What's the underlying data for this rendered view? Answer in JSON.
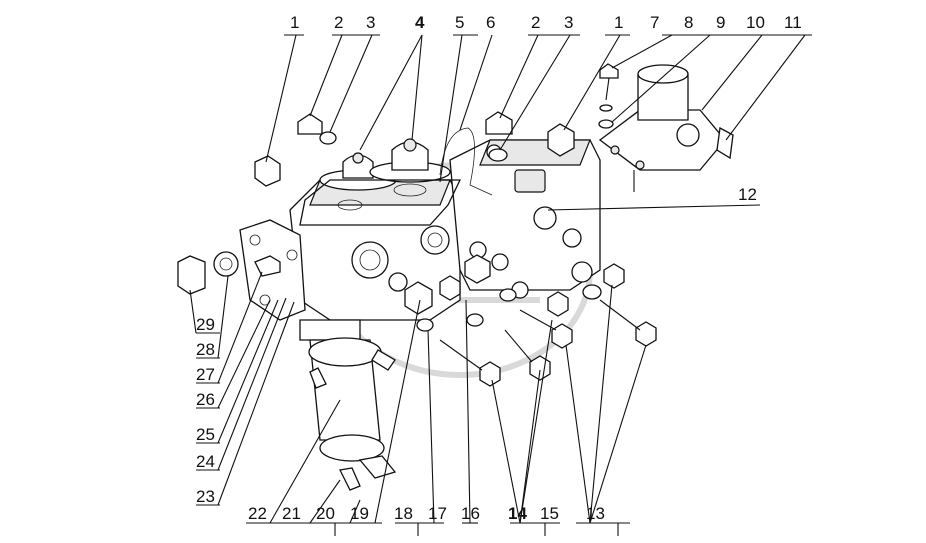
{
  "callouts_top": [
    {
      "id": "c1a",
      "text": "1"
    },
    {
      "id": "c2a",
      "text": "2"
    },
    {
      "id": "c3a",
      "text": "3"
    },
    {
      "id": "c4",
      "text": "4"
    },
    {
      "id": "c5",
      "text": "5"
    },
    {
      "id": "c6",
      "text": "6"
    },
    {
      "id": "c2b",
      "text": "2"
    },
    {
      "id": "c3b",
      "text": "3"
    },
    {
      "id": "c1b",
      "text": "1"
    },
    {
      "id": "c7",
      "text": "7"
    },
    {
      "id": "c8",
      "text": "8"
    },
    {
      "id": "c9",
      "text": "9"
    },
    {
      "id": "c10",
      "text": "10"
    },
    {
      "id": "c11",
      "text": "11"
    }
  ],
  "callouts_right": [
    {
      "id": "c12",
      "text": "12"
    }
  ],
  "callouts_left": [
    {
      "id": "c29",
      "text": "29"
    },
    {
      "id": "c28",
      "text": "28"
    },
    {
      "id": "c27",
      "text": "27"
    },
    {
      "id": "c26",
      "text": "26"
    },
    {
      "id": "c25",
      "text": "25"
    },
    {
      "id": "c24",
      "text": "24"
    },
    {
      "id": "c23",
      "text": "23"
    }
  ],
  "callouts_bottom": [
    {
      "id": "c22",
      "text": "22"
    },
    {
      "id": "c21",
      "text": "21"
    },
    {
      "id": "c20",
      "text": "20"
    },
    {
      "id": "c19",
      "text": "19"
    },
    {
      "id": "c18",
      "text": "18"
    },
    {
      "id": "c17",
      "text": "17"
    },
    {
      "id": "c16",
      "text": "16"
    },
    {
      "id": "c14",
      "text": "14"
    },
    {
      "id": "c15",
      "text": "15"
    },
    {
      "id": "c13",
      "text": "13"
    }
  ]
}
